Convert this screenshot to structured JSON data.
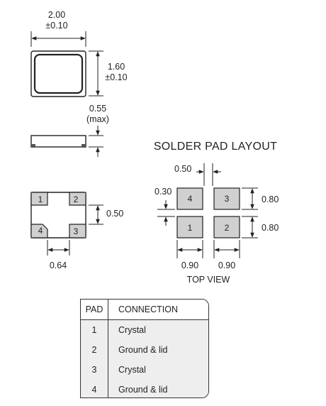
{
  "dimensions": {
    "width": "2.00",
    "width_tol": "±0.10",
    "height": "1.60",
    "height_tol": "±0.10",
    "thickness": "0.55",
    "thickness_note": "(max)",
    "pad_pitch_v": "0.50",
    "pad_pitch_h": "0.64"
  },
  "solder_layout": {
    "title": "SOLDER PAD LAYOUT",
    "gap_h": "0.50",
    "gap_v": "0.30",
    "pad_h_top": "0.80",
    "pad_h_bottom": "0.80",
    "pad_w_left": "0.90",
    "pad_w_right": "0.90",
    "view_label": "TOP VIEW"
  },
  "package_pads": [
    "1",
    "2",
    "4",
    "3"
  ],
  "layout_pads": [
    "4",
    "3",
    "1",
    "2"
  ],
  "table": {
    "headers": [
      "PAD",
      "CONNECTION"
    ],
    "rows": [
      {
        "pad": "1",
        "connection": "Crystal"
      },
      {
        "pad": "2",
        "connection": "Ground & lid"
      },
      {
        "pad": "3",
        "connection": "Crystal"
      },
      {
        "pad": "4",
        "connection": "Ground & lid"
      }
    ]
  }
}
